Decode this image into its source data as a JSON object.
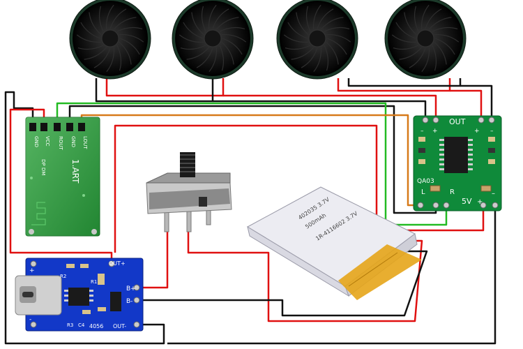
{
  "colors": {
    "wire_red": "#e01010",
    "wire_black": "#111111",
    "wire_green": "#22bb22",
    "wire_orange": "#d77a1a",
    "bt_board": "#2e9b3c",
    "amp_board": "#0f8a3a",
    "charger_board": "#1238c8",
    "battery": "#e8e8ee",
    "battery_tape": "#e5a51a"
  },
  "speakers": {
    "count": 4,
    "icon": "speaker-icon"
  },
  "bt_module": {
    "pins": [
      "GND",
      "VCC",
      "ROUT",
      "GND",
      "LOUT"
    ],
    "silk_dp_dm": "DP DM",
    "silk_name": "1.ART"
  },
  "amplifier": {
    "out_label": "OUT",
    "plus_left": "+",
    "minus_left": "–",
    "plus_right": "+",
    "minus_right": "–",
    "model": "QA03",
    "l_label": "L",
    "r_label": "R",
    "power_label": "5V",
    "power_plus": "+",
    "power_minus": "–"
  },
  "charger": {
    "labels": [
      "OUT+",
      "B+",
      "B-",
      "OUT-"
    ],
    "chip": "4056",
    "parts": [
      "R3",
      "C4",
      "R2",
      "R1"
    ],
    "plus_left": "+",
    "minus_left": "-"
  },
  "battery": {
    "text_line1": "402035 3.7V",
    "text_line2": "500mAh",
    "text_line3": "1R-4116602 3.7V"
  }
}
